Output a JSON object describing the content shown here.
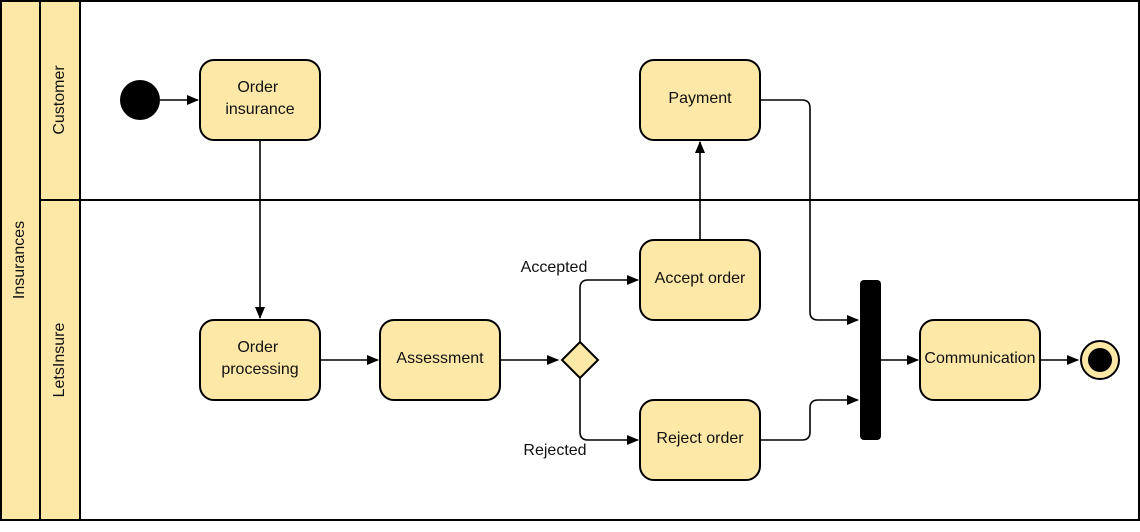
{
  "pool": {
    "label": "Insurances"
  },
  "lanes": [
    {
      "id": "customer",
      "label": "Customer"
    },
    {
      "id": "letsinsure",
      "label": "LetsInsure"
    }
  ],
  "nodes": {
    "order_insurance": [
      "Order",
      "insurance"
    ],
    "payment": [
      "Payment"
    ],
    "order_processing": [
      "Order",
      "processing"
    ],
    "assessment": [
      "Assessment"
    ],
    "accept_order": [
      "Accept order"
    ],
    "reject_order": [
      "Reject order"
    ],
    "communication": [
      "Communication"
    ]
  },
  "flow_labels": {
    "accepted": "Accepted",
    "rejected": "Rejected"
  },
  "colors": {
    "node_fill": "#FDE8A8",
    "lane_header_fill": "#FDE8A8",
    "stroke": "#000000"
  }
}
